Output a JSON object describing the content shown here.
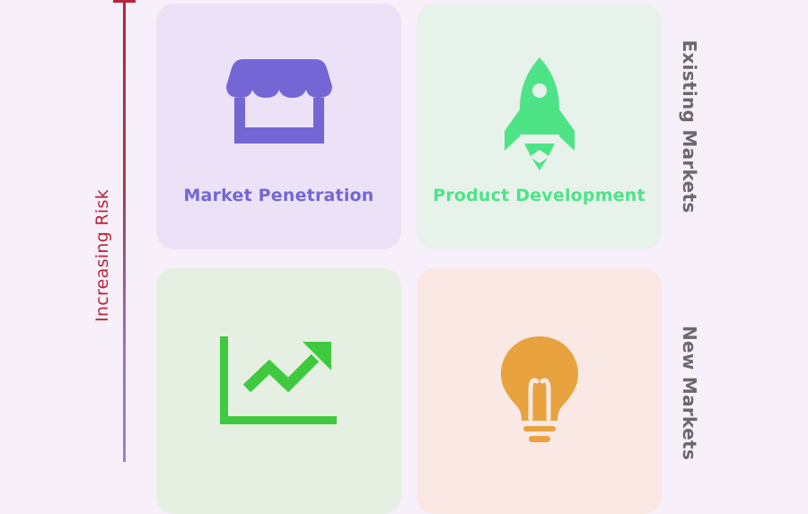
{
  "axis": {
    "label": "Increasing Risk"
  },
  "quadrants": [
    {
      "label": "Market Penetration",
      "icon": "storefront-icon",
      "color": "#7466d4",
      "background": "#ece2f7"
    },
    {
      "label": "Product Development",
      "icon": "rocket-icon",
      "color": "#4fe387",
      "background": "#e6f2ea"
    },
    {
      "label": "",
      "icon": "trending-up-chart-icon",
      "color": "#3fc93f",
      "background": "#e6f0e2"
    },
    {
      "label": "",
      "icon": "lightbulb-icon",
      "color": "#e8a23e",
      "background": "#f9e8e4"
    }
  ],
  "rows": [
    {
      "label": "Existing Markets"
    },
    {
      "label": "New Markets"
    }
  ],
  "colors": {
    "background": "#f7eff9",
    "axis_top": "#b8243a",
    "axis_bottom": "#9b7ee0",
    "row_label": "#6a6a6a"
  }
}
